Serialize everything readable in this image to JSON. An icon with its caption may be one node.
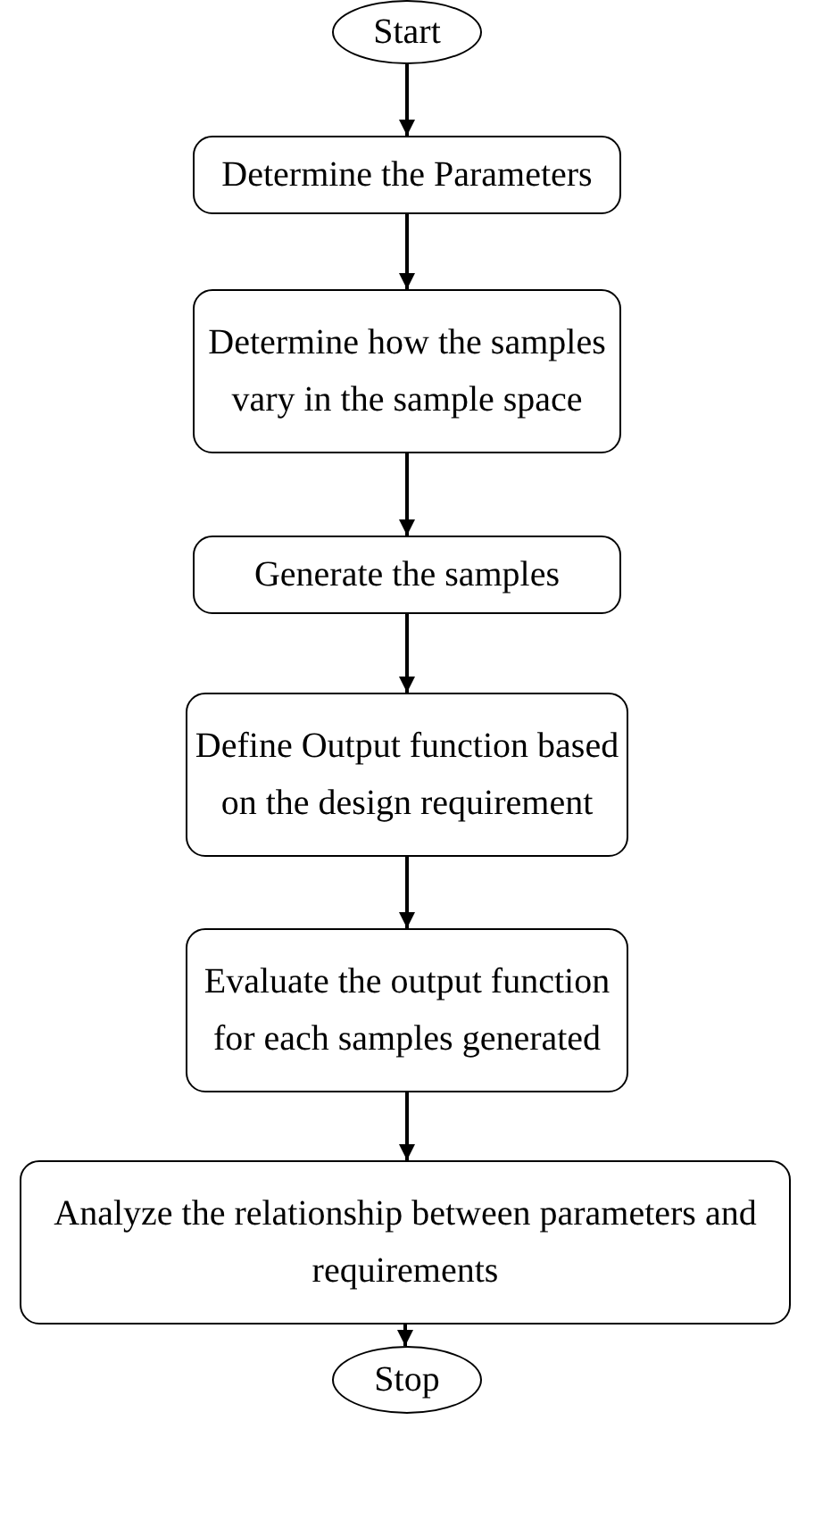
{
  "diagram": {
    "nodes": [
      {
        "text": [
          "Start"
        ]
      },
      {
        "text": [
          "Determine the Parameters"
        ]
      },
      {
        "text": [
          "Determine how the samples vary in the sample space"
        ]
      },
      {
        "text": [
          "Generate the samples"
        ]
      },
      {
        "text": [
          "Define Output function based on the design requirement"
        ]
      },
      {
        "text": [
          "Evaluate the output function for each samples generated"
        ]
      },
      {
        "text": [
          "Analyze the relationship between parameters and requirements"
        ]
      },
      {
        "text": [
          "Stop"
        ]
      }
    ],
    "edges": [
      {
        "from": 0,
        "to": 1,
        "arrow": "to"
      },
      {
        "from": 1,
        "to": 2,
        "arrow": "to"
      },
      {
        "from": 2,
        "to": 3,
        "arrow": "to"
      },
      {
        "from": 3,
        "to": 4,
        "arrow": "to"
      },
      {
        "from": 4,
        "to": 5,
        "arrow": "to"
      },
      {
        "from": 5,
        "to": 6,
        "arrow": "to"
      },
      {
        "from": 6,
        "to": 7,
        "arrow": "to"
      }
    ]
  }
}
